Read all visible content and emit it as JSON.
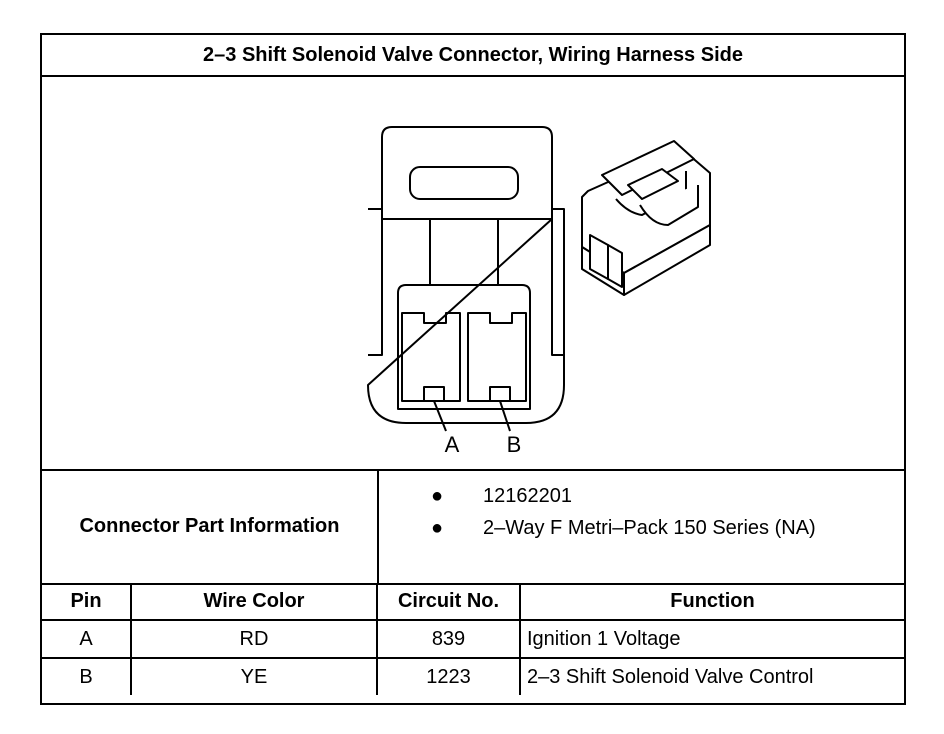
{
  "title": "2–3 Shift Solenoid Valve Connector, Wiring Harness Side",
  "figure": {
    "pin_labels": [
      "A",
      "B"
    ]
  },
  "connector_info": {
    "label": "Connector Part Information",
    "items": [
      "12162201",
      "2–Way F Metri–Pack 150 Series (NA)"
    ],
    "bullet": "●"
  },
  "table": {
    "headers": [
      "Pin",
      "Wire Color",
      "Circuit No.",
      "Function"
    ],
    "rows": [
      [
        "A",
        "RD",
        "839",
        "Ignition 1 Voltage"
      ],
      [
        "B",
        "YE",
        "1223",
        "2–3 Shift Solenoid Valve Control"
      ]
    ]
  }
}
